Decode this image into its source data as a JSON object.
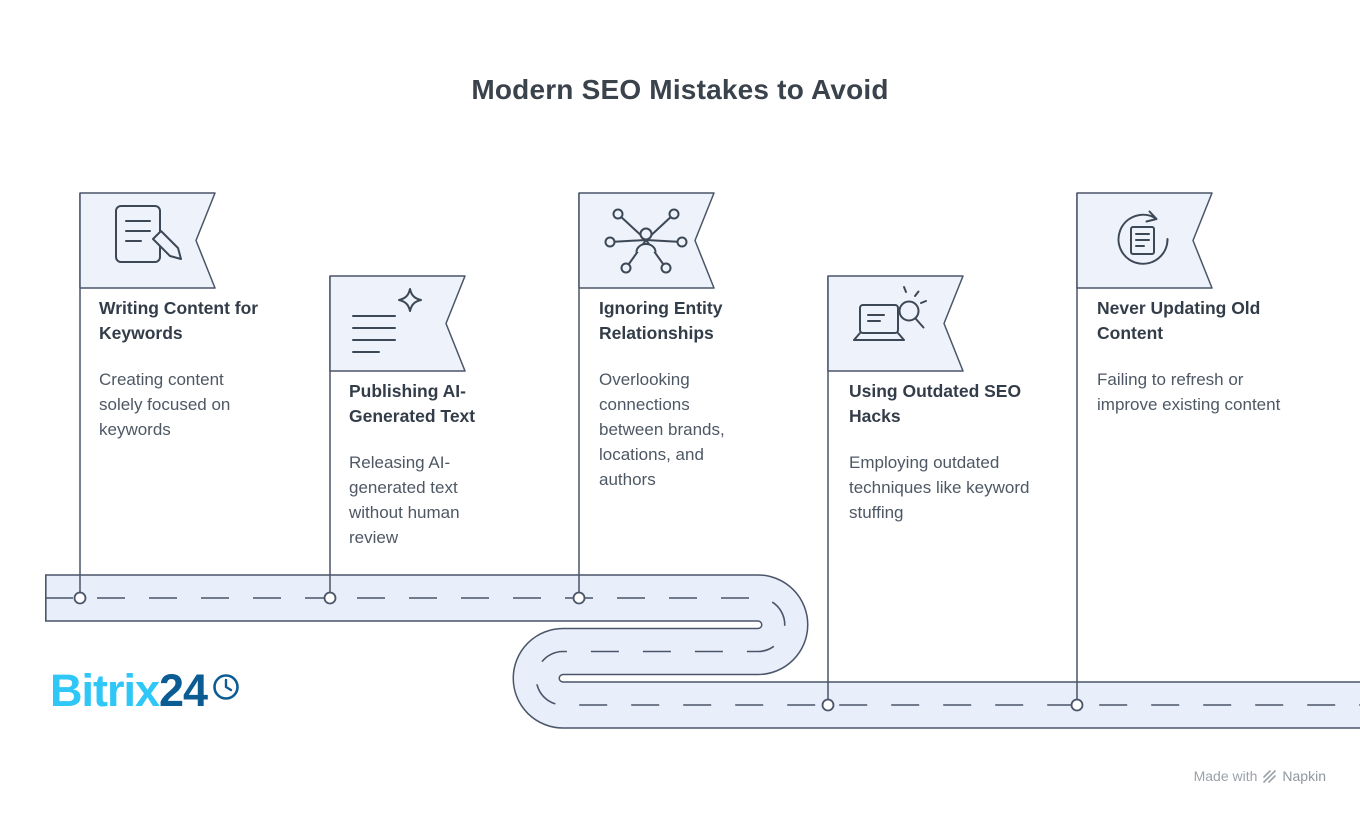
{
  "title": "Modern SEO Mistakes to Avoid",
  "items": [
    {
      "title": "Writing Content for Keywords",
      "description": "Creating content solely focused on keywords",
      "icon": "document-pencil-icon"
    },
    {
      "title": "Publishing AI-Generated Text",
      "description": "Releasing AI-generated text without human review",
      "icon": "ai-text-sparkle-icon"
    },
    {
      "title": "Ignoring Entity Relationships",
      "description": "Overlooking connections between brands, locations, and authors",
      "icon": "entity-network-icon"
    },
    {
      "title": "Using Outdated SEO Hacks",
      "description": "Employing outdated techniques like keyword stuffing",
      "icon": "laptop-search-icon"
    },
    {
      "title": "Never Updating Old Content",
      "description": "Failing to refresh or improve existing content",
      "icon": "refresh-document-icon"
    }
  ],
  "logo": {
    "brand": "Bitrix",
    "number": "24",
    "icon": "clock-icon"
  },
  "footer": {
    "made_with": "Made with",
    "brand": "Napkin",
    "icon": "napkin-mark-icon"
  },
  "colors": {
    "flag_fill": "#edf2fb",
    "outline": "#4a5568",
    "road_fill": "#e9eefb",
    "heading_text": "#333d49",
    "body_text": "#4e5864",
    "logo_light_blue": "#2fc7f7",
    "logo_dark_blue": "#0a5c93",
    "footer_gray": "#9aa1a9"
  }
}
